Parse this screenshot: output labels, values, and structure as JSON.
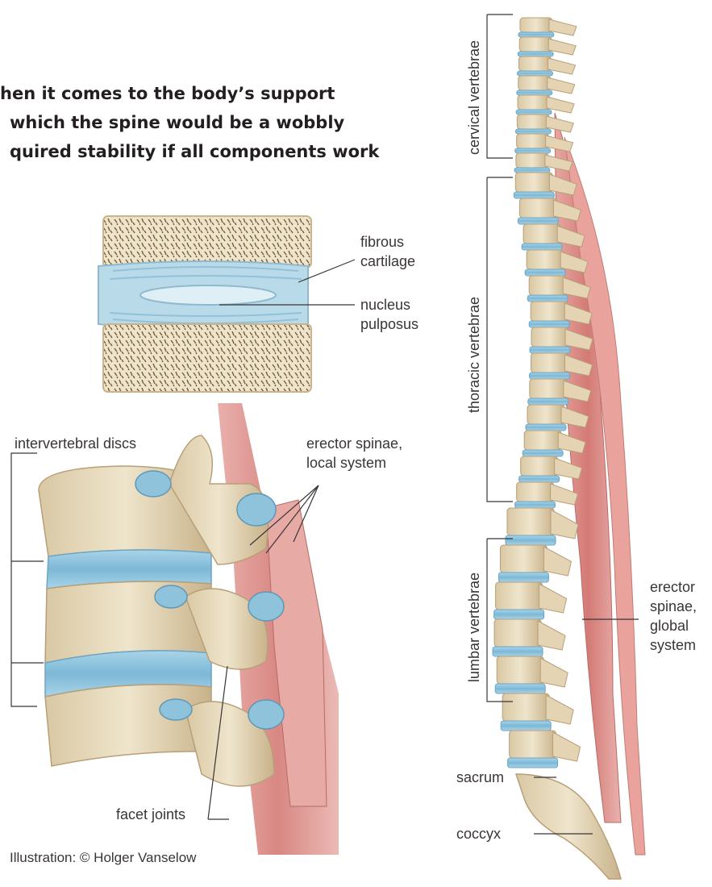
{
  "intro": {
    "line1": "hen it comes to the body’s support",
    "line2": "which the spine would be a wobbly",
    "line3": "quired stability if all components work"
  },
  "labels": {
    "fibrous_cartilage": [
      "fibrous",
      "cartilage"
    ],
    "nucleus_pulposus": [
      "nucleus",
      "pulposus"
    ],
    "intervertebral_discs": "intervertebral discs",
    "erector_local": [
      "erector spinae,",
      "local system"
    ],
    "facet_joints": "facet joints",
    "credit": "Illustration: © Holger Vanselow",
    "cervical": "cervical vertebrae",
    "thoracic": "thoracic vertebrae",
    "lumbar": "lumbar vertebrae",
    "erector_global": [
      "erector",
      "spinae,",
      "global",
      "system"
    ],
    "sacrum": "sacrum",
    "coccyx": "coccyx"
  },
  "colors": {
    "bone": "#e8dcc0",
    "bone_shade": "#c9b48e",
    "disc": "#8fc3dc",
    "muscle": "#d98a86",
    "leader": "#3a3536"
  }
}
